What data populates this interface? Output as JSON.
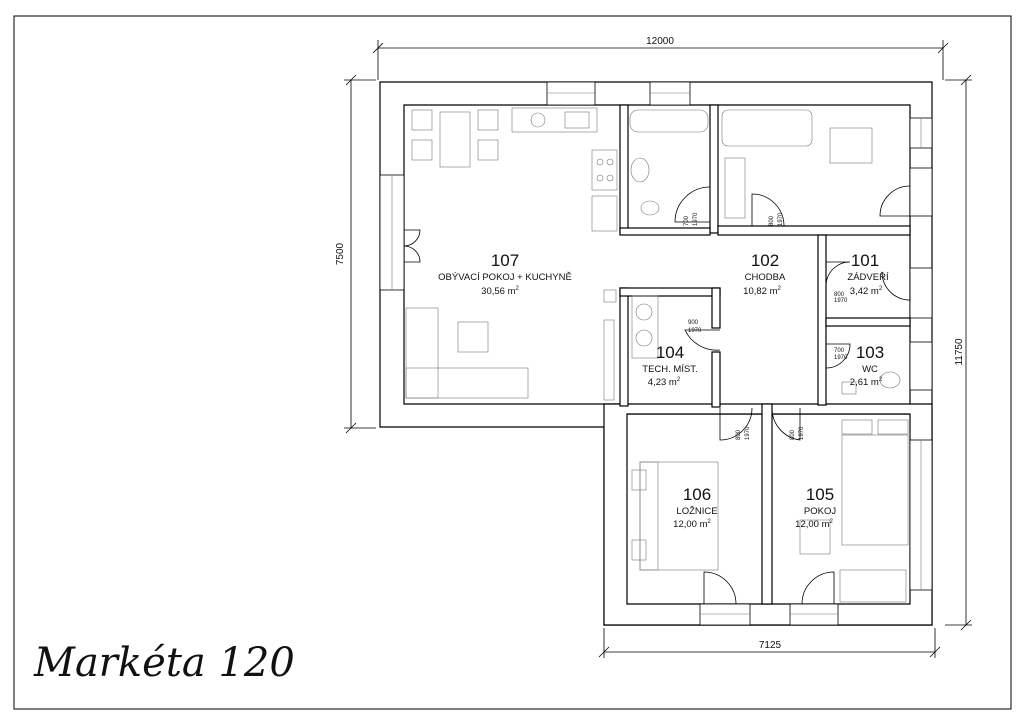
{
  "title": "Markéta 120",
  "dimensions": {
    "top": "12000",
    "left": "7500",
    "right": "11750",
    "bottom": "7125"
  },
  "rooms": [
    {
      "number": "107",
      "name": "OBÝVACÍ POKOJ + KUCHYNĚ",
      "area": "30,56 m",
      "unit_sup": "2"
    },
    {
      "number": "102",
      "name": "CHODBA",
      "area": "10,82 m",
      "unit_sup": "2"
    },
    {
      "number": "101",
      "name": "ZÁDVEŘÍ",
      "area": "3,42 m",
      "unit_sup": "2"
    },
    {
      "number": "104",
      "name": "TECH. MÍST.",
      "area": "4,23 m",
      "unit_sup": "2"
    },
    {
      "number": "103",
      "name": "WC",
      "area": "2,61 m",
      "unit_sup": "2"
    },
    {
      "number": "106",
      "name": "LOŽNICE",
      "area": "12,00 m",
      "unit_sup": "2"
    },
    {
      "number": "105",
      "name": "POKOJ",
      "area": "12,00 m",
      "unit_sup": "2"
    }
  ],
  "doors": [
    {
      "width": "700",
      "height": "1970"
    },
    {
      "width": "800",
      "height": "1970"
    },
    {
      "width": "800",
      "height": "1970"
    },
    {
      "width": "900",
      "height": "1970"
    },
    {
      "width": "700",
      "height": "1970"
    },
    {
      "width": "800",
      "height": "1970"
    },
    {
      "width": "800",
      "height": "1970"
    }
  ]
}
